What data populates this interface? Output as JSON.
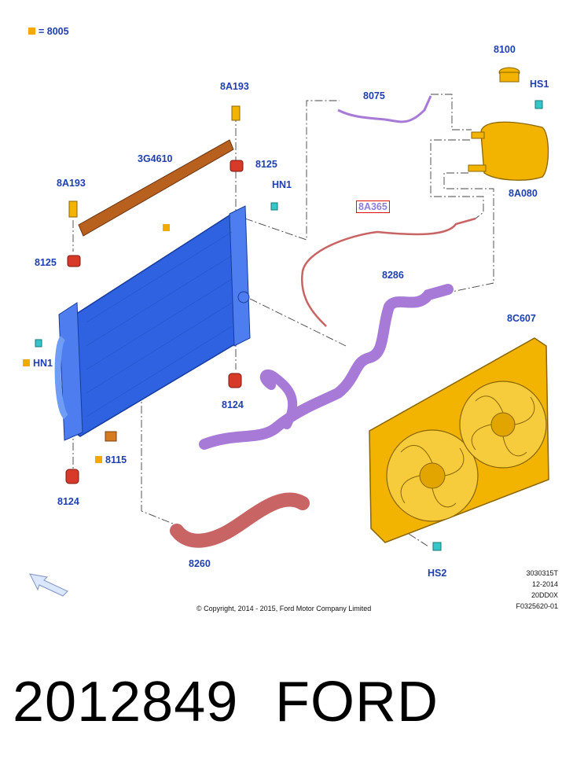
{
  "legend": {
    "text": "= 8005",
    "color": "#f2a900"
  },
  "labels": {
    "p8005_a": "8005",
    "p8100": "8100",
    "hs1": "HS1",
    "p8a193_top": "8A193",
    "p8075": "8075",
    "p3g4610": "3G4610",
    "p8125_top": "8125",
    "hn1_top": "HN1",
    "p8a193_left": "8A193",
    "p8a365": "8A365",
    "p8a080": "8A080",
    "p8125_left": "8125",
    "p8286": "8286",
    "p8c607": "8C607",
    "hn1_left": "HN1",
    "p8124_mid": "8124",
    "p8115": "8115",
    "p8124_low": "8124",
    "p8260": "8260",
    "hs2": "HS2"
  },
  "copyright": "© Copyright, 2014 - 2015, Ford Motor Company Limited",
  "codes": {
    "line1": "3030315T",
    "line2": "12-2014",
    "line3": "20DD0X",
    "line4": "F0325620-01"
  },
  "caption": {
    "part_number": "2012849",
    "brand": "FORD"
  },
  "colors": {
    "radiator": "#2f62e0",
    "fan_shroud": "#f2b400",
    "hose_purple": "#a67ad6",
    "hose_red": "#c86464",
    "label": "#1f3fae"
  }
}
